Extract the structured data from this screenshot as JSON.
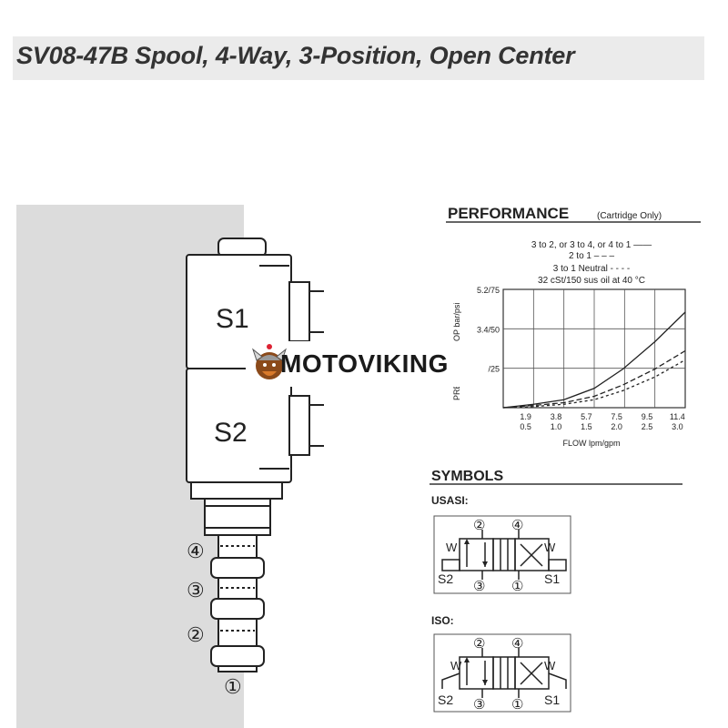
{
  "header": {
    "title": "SV08-47B   Spool, 4-Way, 3-Position, Open Center"
  },
  "cartridge": {
    "coil_top_label": "S1",
    "coil_bottom_label": "S2",
    "port_labels": [
      "④",
      "③",
      "②",
      "①"
    ]
  },
  "performance": {
    "heading": "PERFORMANCE",
    "heading_note": "(Cartridge Only)",
    "legend_lines": [
      "3 to 2, or 3 to 4, or 4 to 1 ——",
      "2 to 1 – – –",
      "3 to 1 Neutral - - - -",
      "32 cSt/150 sus oil at 40 °C"
    ],
    "ylabel": "PRESSURE DROP bar/psi",
    "xlabel": "FLOW lpm/gpm"
  },
  "chart_data": {
    "type": "line",
    "title": "PERFORMANCE (Cartridge Only)",
    "xlabel": "FLOW lpm/gpm",
    "ylabel": "PRESSURE DROP bar/psi",
    "x_ticks_lpm": [
      "1.9",
      "3.8",
      "5.7",
      "7.5",
      "9.5",
      "11.4"
    ],
    "x_ticks_gpm": [
      "0.5",
      "1.0",
      "1.5",
      "2.0",
      "2.5",
      "3.0"
    ],
    "y_ticks": [
      "5.2/75",
      "3.4/50",
      "/25"
    ],
    "xlim": [
      0,
      11.4
    ],
    "ylim": [
      0,
      5.2
    ],
    "grid": true,
    "series": [
      {
        "name": "3 to 2, or 3 to 4, or 4 to 1",
        "style": "solid",
        "x": [
          0,
          1.9,
          3.8,
          5.7,
          7.5,
          9.5,
          11.4
        ],
        "y": [
          0,
          0.15,
          0.35,
          0.85,
          1.7,
          2.9,
          4.2
        ]
      },
      {
        "name": "2 to 1",
        "style": "dashed",
        "x": [
          0,
          1.9,
          3.8,
          5.7,
          7.5,
          9.5,
          11.4
        ],
        "y": [
          0,
          0.1,
          0.22,
          0.5,
          1.0,
          1.7,
          2.5
        ]
      },
      {
        "name": "3 to 1 Neutral",
        "style": "dotted",
        "x": [
          0,
          1.9,
          3.8,
          5.7,
          7.5,
          9.5,
          11.4
        ],
        "y": [
          0,
          0.05,
          0.15,
          0.35,
          0.75,
          1.35,
          2.1
        ]
      }
    ]
  },
  "symbols": {
    "heading": "SYMBOLS",
    "usasi_label": "USASI:",
    "iso_label": "ISO:",
    "port_top_left": "②",
    "port_top_right": "④",
    "port_bottom_left": "③",
    "port_bottom_right": "①",
    "spring": "W",
    "sol_left": "S2",
    "sol_right": "S1"
  },
  "watermark": {
    "text": "MOTOVIKING"
  }
}
